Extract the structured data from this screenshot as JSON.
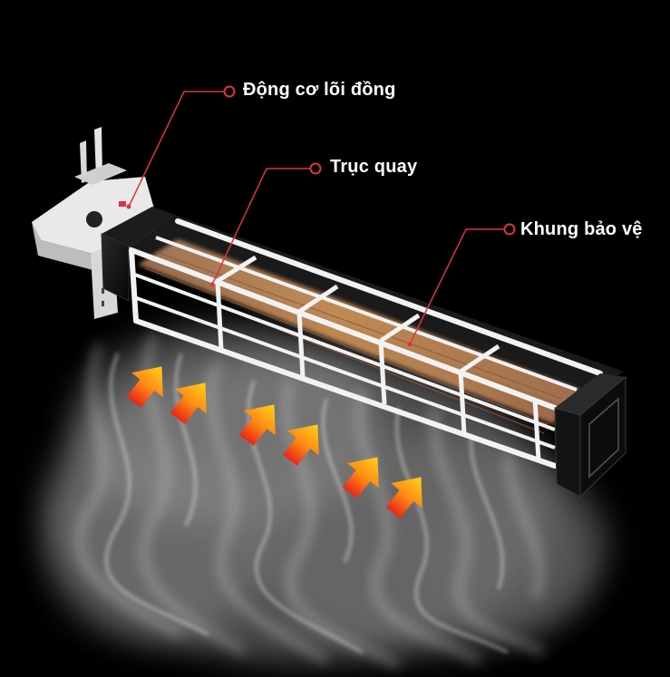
{
  "callouts": [
    {
      "label": "Động cơ lõi đồng"
    },
    {
      "label": "Trục quay"
    },
    {
      "label": "Khung bảo vệ"
    }
  ],
  "colors": {
    "background": "#000000",
    "callout_line": "#e0323f",
    "label_text": "#ffffff",
    "frame": "#f2f2f2",
    "rotor_glow": "#f6a24a",
    "arrow_top": "#ffd21a",
    "arrow_bottom": "#e8261a"
  }
}
